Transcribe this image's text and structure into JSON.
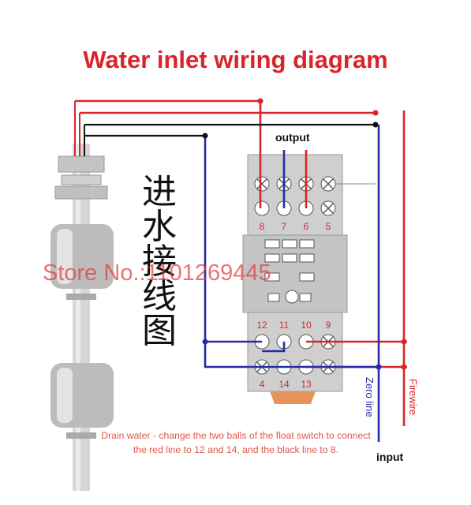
{
  "title": "Water inlet wiring diagram",
  "cjk_label": [
    "进",
    "水",
    "接",
    "线",
    "图"
  ],
  "watermark": "Store No.:1101269445",
  "labels": {
    "output": "output",
    "input": "input",
    "zero_line": "Zero line",
    "firewire": "Firewire"
  },
  "pins": {
    "top": [
      "8",
      "7",
      "6",
      "5"
    ],
    "bottom_upper": [
      "12",
      "11",
      "10",
      "9"
    ],
    "bottom_lower": [
      "4",
      "14",
      "13"
    ]
  },
  "note": "Drain water - change the two balls of the float switch to connect the red line to 12 and 14, and the black line to 8.",
  "colors": {
    "red": "#d9252a",
    "blue": "#2a2aa8",
    "black": "#111111",
    "relay": "#c8c8c8",
    "float": "#b8b8b8",
    "base_orange": "#e8935a"
  }
}
